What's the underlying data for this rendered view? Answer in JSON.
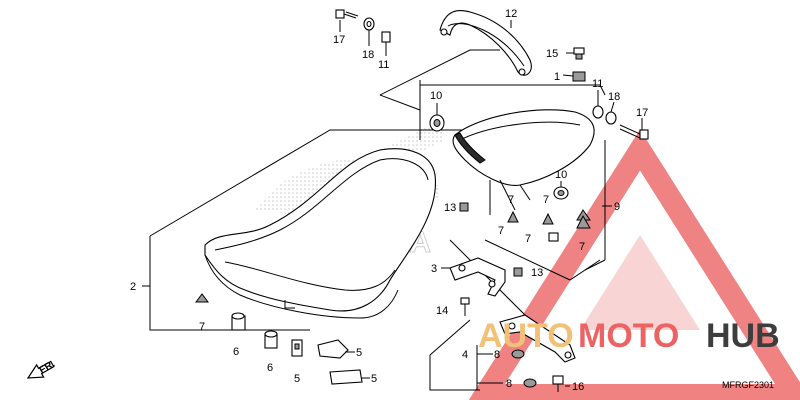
{
  "diagram": {
    "figure_code": "MFRGF2301",
    "front_arrow_label": "FR.",
    "callouts": [
      {
        "id": "c17a",
        "text": "17"
      },
      {
        "id": "c18a",
        "text": "18"
      },
      {
        "id": "c11a",
        "text": "11"
      },
      {
        "id": "c12",
        "text": "12"
      },
      {
        "id": "c15",
        "text": "15"
      },
      {
        "id": "c1",
        "text": "1"
      },
      {
        "id": "c11b",
        "text": "11"
      },
      {
        "id": "c18b",
        "text": "18"
      },
      {
        "id": "c17b",
        "text": "17"
      },
      {
        "id": "c10a",
        "text": "10"
      },
      {
        "id": "c10b",
        "text": "10"
      },
      {
        "id": "c9",
        "text": "9"
      },
      {
        "id": "c7a",
        "text": "7"
      },
      {
        "id": "c7b",
        "text": "7"
      },
      {
        "id": "c7c",
        "text": "7"
      },
      {
        "id": "c7d",
        "text": "7"
      },
      {
        "id": "c7e",
        "text": "7"
      },
      {
        "id": "c13a",
        "text": "13"
      },
      {
        "id": "c13b",
        "text": "13"
      },
      {
        "id": "c3",
        "text": "3"
      },
      {
        "id": "c2",
        "text": "2"
      },
      {
        "id": "c14",
        "text": "14"
      },
      {
        "id": "c7f",
        "text": "7"
      },
      {
        "id": "c6a",
        "text": "6"
      },
      {
        "id": "c6b",
        "text": "6"
      },
      {
        "id": "c5a",
        "text": "5"
      },
      {
        "id": "c5b",
        "text": "5"
      },
      {
        "id": "c5c",
        "text": "5"
      },
      {
        "id": "c4",
        "text": "4"
      },
      {
        "id": "c8a",
        "text": "8"
      },
      {
        "id": "c8b",
        "text": "8"
      },
      {
        "id": "c16",
        "text": "16"
      }
    ]
  },
  "watermark": {
    "auto": "AUTO",
    "moto": "MOTO",
    "hub": "HUB",
    "honda": "HONDA",
    "colors": {
      "triangle": "#ec6363",
      "auto": "#f2c178",
      "hub": "#3d3d3d"
    }
  }
}
